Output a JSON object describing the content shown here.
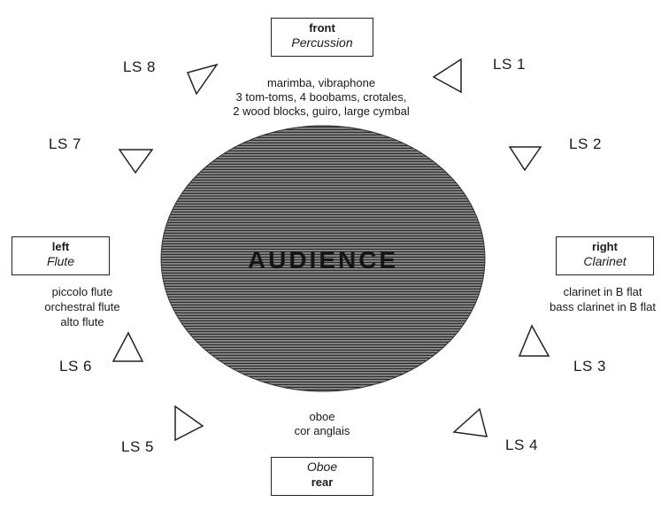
{
  "audience": "AUDIENCE",
  "front": {
    "position": "front",
    "section": "Percussion",
    "instruments": [
      "marimba, vibraphone",
      "3 tom-toms, 4 boobams, crotales,",
      "2 wood blocks, guiro, large cymbal"
    ]
  },
  "left": {
    "position": "left",
    "section": "Flute",
    "instruments": [
      "piccolo flute",
      "orchestral flute",
      "alto flute"
    ]
  },
  "right": {
    "position": "right",
    "section": "Clarinet",
    "instruments": [
      "clarinet in B flat",
      "bass clarinet in B flat"
    ]
  },
  "rear": {
    "position": "rear",
    "section": "Oboe",
    "instruments": [
      "oboe",
      "cor anglais"
    ]
  },
  "speakers": [
    "LS 1",
    "LS 2",
    "LS 3",
    "LS 4",
    "LS 5",
    "LS 6",
    "LS 7",
    "LS 8"
  ]
}
